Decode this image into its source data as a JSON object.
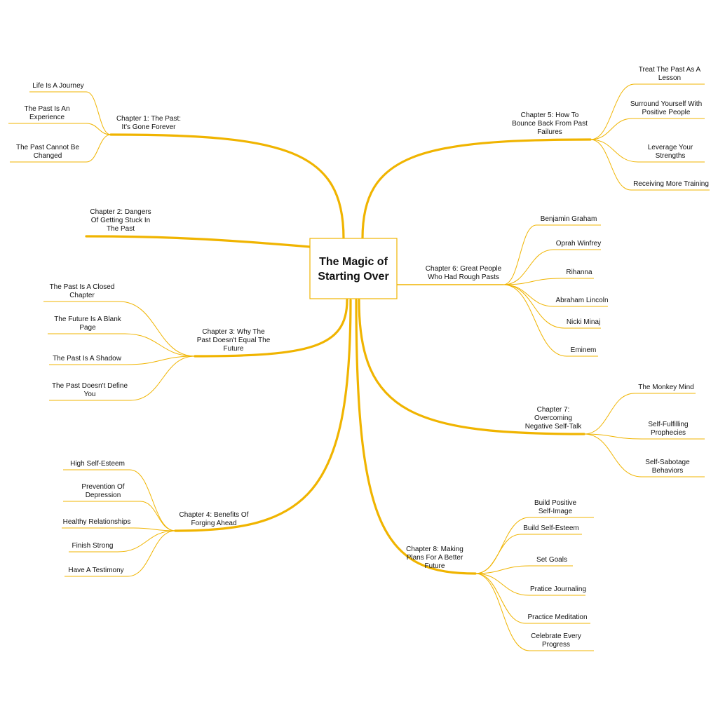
{
  "colors": {
    "branch": "#f0b400",
    "box_border": "#f0b400",
    "text": "#111111",
    "background": "#ffffff"
  },
  "central": {
    "title_lines": [
      "The Magic of",
      "Starting Over"
    ]
  },
  "chapters": [
    {
      "title_lines": [
        "Chapter 1: The Past:",
        "It's Gone Forever"
      ],
      "children": [
        {
          "lines": [
            "Life Is A Journey"
          ]
        },
        {
          "lines": [
            "The Past Is An",
            "Experience"
          ]
        },
        {
          "lines": [
            "The Past Cannot Be",
            "Changed"
          ]
        }
      ]
    },
    {
      "title_lines": [
        "Chapter 2: Dangers",
        "Of Getting Stuck In",
        "The Past"
      ],
      "children": []
    },
    {
      "title_lines": [
        "Chapter 3: Why The",
        "Past Doesn't Equal The",
        "Future"
      ],
      "children": [
        {
          "lines": [
            "The Past Is A Closed",
            "Chapter"
          ]
        },
        {
          "lines": [
            "The Future Is A Blank",
            "Page"
          ]
        },
        {
          "lines": [
            "The Past Is A Shadow"
          ]
        },
        {
          "lines": [
            "The Past Doesn't Define",
            "You"
          ]
        }
      ]
    },
    {
      "title_lines": [
        "Chapter 4: Benefits Of",
        "Forging Ahead"
      ],
      "children": [
        {
          "lines": [
            "High Self-Esteem"
          ]
        },
        {
          "lines": [
            "Prevention Of",
            "Depression"
          ]
        },
        {
          "lines": [
            "Healthy Relationships"
          ]
        },
        {
          "lines": [
            "Finish Strong"
          ]
        },
        {
          "lines": [
            "Have A Testimony"
          ]
        }
      ]
    },
    {
      "title_lines": [
        "Chapter 5: How To",
        "Bounce Back From Past",
        "Failures"
      ],
      "children": [
        {
          "lines": [
            "Treat The Past As A",
            "Lesson"
          ]
        },
        {
          "lines": [
            "Surround Yourself With",
            "Positive People"
          ]
        },
        {
          "lines": [
            "Leverage Your",
            "Strengths"
          ]
        },
        {
          "lines": [
            "Receiving More Training"
          ]
        }
      ]
    },
    {
      "title_lines": [
        "Chapter 6: Great People",
        "Who Had Rough Pasts"
      ],
      "children": [
        {
          "lines": [
            "Benjamin Graham"
          ]
        },
        {
          "lines": [
            "Oprah Winfrey"
          ]
        },
        {
          "lines": [
            "Rihanna"
          ]
        },
        {
          "lines": [
            "Abraham Lincoln"
          ]
        },
        {
          "lines": [
            "Nicki Minaj"
          ]
        },
        {
          "lines": [
            "Eminem"
          ]
        }
      ]
    },
    {
      "title_lines": [
        "Chapter 7:",
        "Overcoming",
        "Negative Self-Talk"
      ],
      "children": [
        {
          "lines": [
            "The Monkey Mind"
          ]
        },
        {
          "lines": [
            "Self-Fulfilling",
            "Prophecies"
          ]
        },
        {
          "lines": [
            "Self-Sabotage",
            "Behaviors"
          ]
        }
      ]
    },
    {
      "title_lines": [
        "Chapter 8: Making",
        "Plans For A Better",
        "Future"
      ],
      "children": [
        {
          "lines": [
            "Build Positive",
            "Self-Image"
          ]
        },
        {
          "lines": [
            "Build Self-Esteem"
          ]
        },
        {
          "lines": [
            "Set Goals"
          ]
        },
        {
          "lines": [
            "Pratice Journaling"
          ]
        },
        {
          "lines": [
            "Practice Meditation"
          ]
        },
        {
          "lines": [
            "Celebrate Every",
            "Progress"
          ]
        }
      ]
    }
  ]
}
